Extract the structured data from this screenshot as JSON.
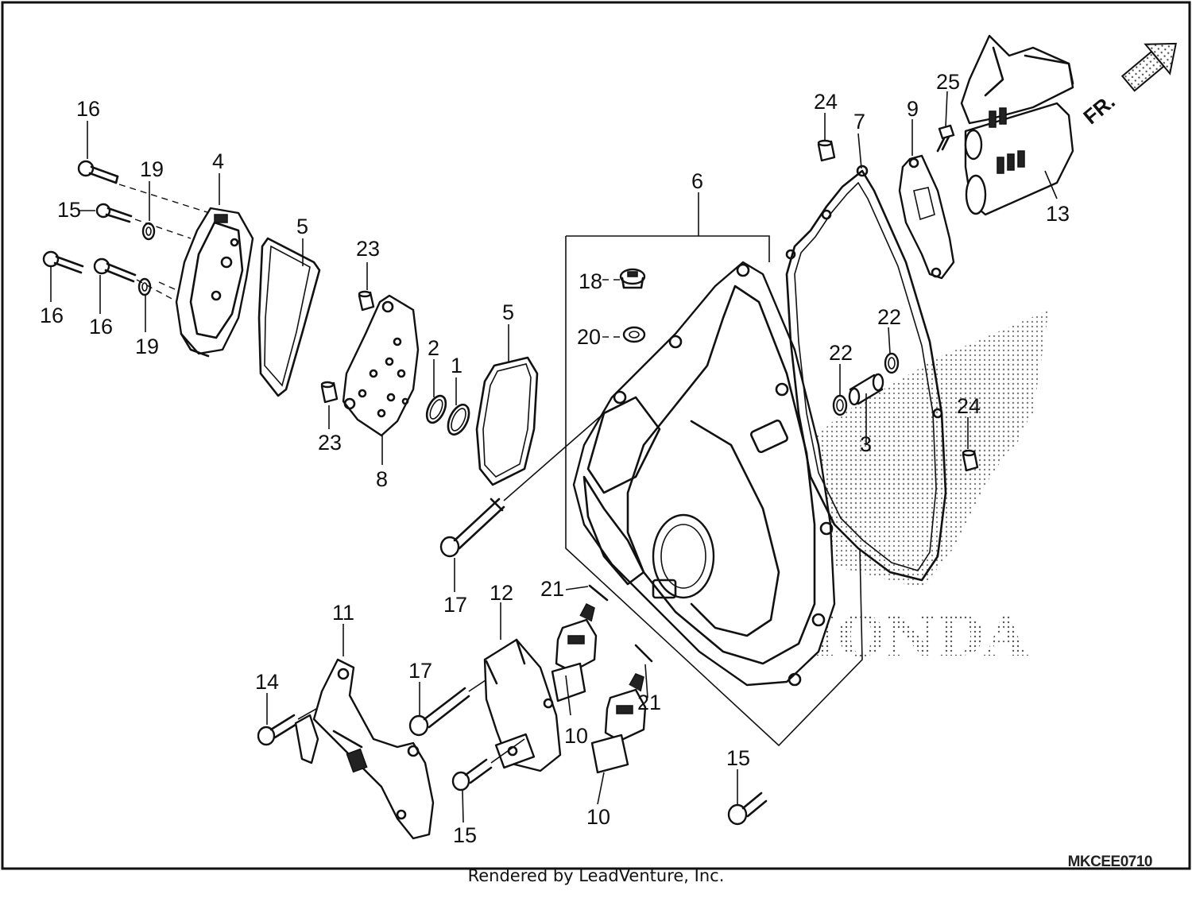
{
  "diagram": {
    "code": "MKCEE0710",
    "credit": "Rendered by LeadVenture, Inc.",
    "direction_marker": "FR.",
    "watermark_logo": "HONDA",
    "callouts": [
      {
        "id": "c16a",
        "label": "16"
      },
      {
        "id": "c19a",
        "label": "19"
      },
      {
        "id": "c4",
        "label": "4"
      },
      {
        "id": "c15a",
        "label": "15"
      },
      {
        "id": "c16b",
        "label": "16"
      },
      {
        "id": "c16c",
        "label": "16"
      },
      {
        "id": "c19b",
        "label": "19"
      },
      {
        "id": "c5a",
        "label": "5"
      },
      {
        "id": "c23a",
        "label": "23"
      },
      {
        "id": "c23b",
        "label": "23"
      },
      {
        "id": "c8",
        "label": "8"
      },
      {
        "id": "c2",
        "label": "2"
      },
      {
        "id": "c1",
        "label": "1"
      },
      {
        "id": "c5b",
        "label": "5"
      },
      {
        "id": "c6",
        "label": "6"
      },
      {
        "id": "c18",
        "label": "18"
      },
      {
        "id": "c20",
        "label": "20"
      },
      {
        "id": "c24a",
        "label": "24"
      },
      {
        "id": "c7",
        "label": "7"
      },
      {
        "id": "c9",
        "label": "9"
      },
      {
        "id": "c25",
        "label": "25"
      },
      {
        "id": "c13",
        "label": "13"
      },
      {
        "id": "c22a",
        "label": "22"
      },
      {
        "id": "c22b",
        "label": "22"
      },
      {
        "id": "c3",
        "label": "3"
      },
      {
        "id": "c24b",
        "label": "24"
      },
      {
        "id": "c17a",
        "label": "17"
      },
      {
        "id": "c12",
        "label": "12"
      },
      {
        "id": "c21a",
        "label": "21"
      },
      {
        "id": "c11",
        "label": "11"
      },
      {
        "id": "c14",
        "label": "14"
      },
      {
        "id": "c17b",
        "label": "17"
      },
      {
        "id": "c10a",
        "label": "10"
      },
      {
        "id": "c21b",
        "label": "21"
      },
      {
        "id": "c15b",
        "label": "15"
      },
      {
        "id": "c10b",
        "label": "10"
      },
      {
        "id": "c15c",
        "label": "15"
      }
    ]
  }
}
